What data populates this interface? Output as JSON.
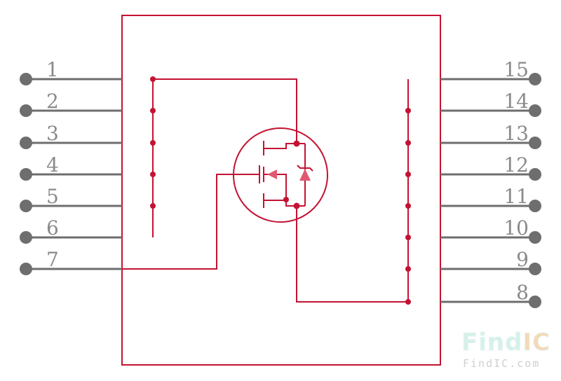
{
  "diagram": {
    "colors": {
      "body": "#c41232",
      "pin": "#6e6e6e",
      "pin_label": "#8a8a8a",
      "arrow": "#e05870",
      "watermark_fill": "#d6f0ea",
      "watermark_accent": "#f6d8b6",
      "watermark_text": "#cfcfcf"
    },
    "pins_left": [
      {
        "num": "1"
      },
      {
        "num": "2"
      },
      {
        "num": "3"
      },
      {
        "num": "4"
      },
      {
        "num": "5"
      },
      {
        "num": "6"
      },
      {
        "num": "7"
      }
    ],
    "pins_right": [
      {
        "num": "15"
      },
      {
        "num": "14"
      },
      {
        "num": "13"
      },
      {
        "num": "12"
      },
      {
        "num": "11"
      },
      {
        "num": "10"
      },
      {
        "num": "9"
      },
      {
        "num": "8"
      }
    ]
  },
  "watermark": {
    "part1": "Find",
    "part2": "IC",
    "url": "FindIC.com"
  }
}
